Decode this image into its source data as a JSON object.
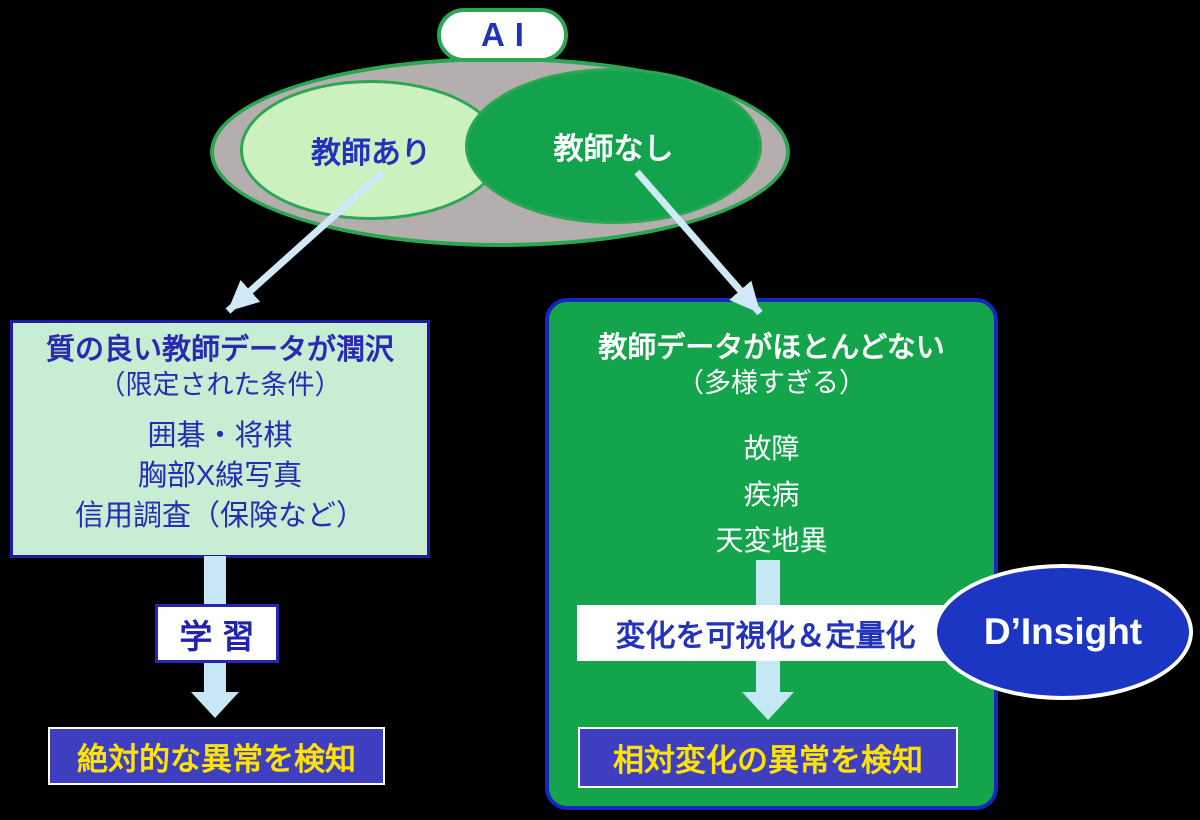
{
  "venn": {
    "ai_label": "AI",
    "supervised_label": "教師あり",
    "unsupervised_label": "教師なし"
  },
  "supervised_box": {
    "title": "質の良い教師データが潤沢",
    "subtitle": "（限定された条件）",
    "examples": [
      "囲碁・将棋",
      "胸部X線写真",
      "信用調査（保険など）"
    ]
  },
  "unsupervised_box": {
    "title": "教師データがほとんどない",
    "subtitle": "（多様すぎる）",
    "examples": [
      "故障",
      "疾病",
      "天変地異"
    ]
  },
  "supervised_flow": {
    "process": "学 習",
    "result": "絶対的な異常を検知"
  },
  "unsupervised_flow": {
    "process": "変化を可視化＆定量化",
    "product": "D’Insight",
    "result": "相対変化の異常を検知"
  },
  "colors": {
    "background": "#000000",
    "venn_outline_green": "#2ba652",
    "venn_outer_gray": "#b4aeae",
    "supervised_fill": "#cdf0bf",
    "unsupervised_fill": "#13a34c",
    "panel_green": "#13a44c",
    "panel_border_blue": "#1527c0",
    "pale_panel_border_blue": "#1c1ca6",
    "text_blue": "#2433bb",
    "result_box_blue": "#3e3ec0",
    "result_text_yellow": "#ffe300",
    "dinsight_blue": "#1c36c4",
    "arrow_light_blue": "#c6e8f4"
  }
}
